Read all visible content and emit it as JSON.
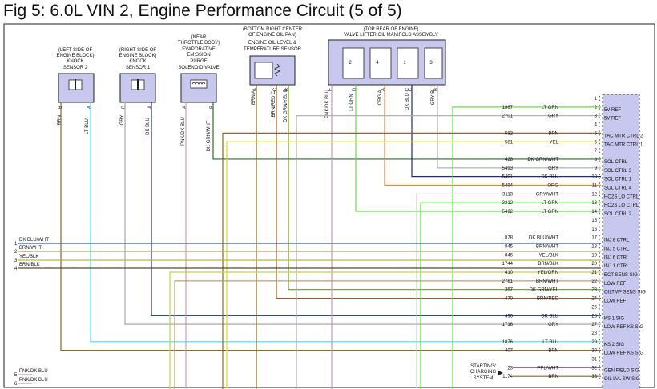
{
  "title": "Fig 5: 6.0L VIN 2, Engine Performance Circuit (5 of 5)",
  "components": {
    "knock2": {
      "lines": [
        "(LEFT SIDE OF",
        "ENGINE BLOCK)",
        "KNOCK",
        "SENSOR 2"
      ],
      "pins": [
        "B",
        "A"
      ]
    },
    "knock1": {
      "lines": [
        "(RIGHT SIDE OF",
        "ENGINE BLOCK)",
        "KNOCK",
        "SENSOR 1"
      ],
      "pins": [
        "B",
        "A"
      ]
    },
    "purge": {
      "lines": [
        "(NEAR",
        "THROTTLE BODY)",
        "EVAPORATIVE",
        "EMISSION",
        "PURGE",
        "SOLENOID VALVE"
      ],
      "pins": [
        "A",
        "B"
      ]
    },
    "oilsensor": {
      "lines": [
        "(BOTTOM RIGHT CENTER",
        "OF ENGINE OIL PAN)",
        "ENGINE OIL LEVEL &",
        "TEMPERATURE SENSOR"
      ],
      "pins": [
        "A",
        "C",
        "B"
      ]
    },
    "valve": {
      "lines": [
        "(TOP REAR OF ENGINE)",
        "VALVE LIFTER OIL MANIFOLD ASSEMBLY"
      ],
      "solenoids": [
        "2",
        "4",
        "1",
        "3"
      ],
      "pins": [
        "E",
        "D",
        "A",
        "C",
        "B"
      ]
    }
  },
  "vertical_labels": [
    "BRN",
    "LT BLU",
    "GRY",
    "DK BLU",
    "PNK/DK BLU",
    "DK GRN/WHT",
    "BRN A",
    "BRN/RED C",
    "DK GRN/YEL B",
    "PNK/DK BLU",
    "LT GRN",
    "ORG A",
    "DK BLU C",
    "GRY B"
  ],
  "left_wires": [
    {
      "label": "DK BLU/WHT",
      "num": "1"
    },
    {
      "label": "BRN/WHT",
      "num": "2"
    },
    {
      "label": "YEL/BLK",
      "num": "3"
    },
    {
      "label": "BRN/BLK",
      "num": "4"
    },
    {
      "label": "PNK/DK BLU",
      "num": "5"
    },
    {
      "label": "PNK/DK BLU",
      "num": "6"
    }
  ],
  "system_box": {
    "lines": [
      "STARTING/",
      "CHARGING",
      "SYSTEM"
    ]
  },
  "pcm_rows": [
    {
      "pin": "1",
      "circuit": "",
      "color": "",
      "func": ""
    },
    {
      "pin": "2",
      "circuit": "1867",
      "color": "LT GRN",
      "func": "5V REF"
    },
    {
      "pin": "3",
      "circuit": "2701",
      "color": "GRY",
      "func": "5V REF"
    },
    {
      "pin": "4",
      "circuit": "",
      "color": "",
      "func": ""
    },
    {
      "pin": "5",
      "circuit": "582",
      "color": "BRN",
      "func": "TAC MTR CTRL 2"
    },
    {
      "pin": "6",
      "circuit": "581",
      "color": "YEL",
      "func": "TAC MTR CTRL 1"
    },
    {
      "pin": "7",
      "circuit": "",
      "color": "",
      "func": ""
    },
    {
      "pin": "8",
      "circuit": "428",
      "color": "DK GRN/WHT",
      "func": "SOL CTRL"
    },
    {
      "pin": "9",
      "circuit": "5493",
      "color": "GRY",
      "func": "SOL CTRL 3"
    },
    {
      "pin": "10",
      "circuit": "5491",
      "color": "DK BLU",
      "func": "SOL CTRL 1"
    },
    {
      "pin": "11",
      "circuit": "5494",
      "color": "ORG",
      "func": "SOL CTRL 4"
    },
    {
      "pin": "12",
      "circuit": "3113",
      "color": "GRY/WHT",
      "func": "HO2S LO CTRL"
    },
    {
      "pin": "13",
      "circuit": "3212",
      "color": "LT GRN",
      "func": "HO2S LO CTRL"
    },
    {
      "pin": "14",
      "circuit": "5492",
      "color": "LT GRN",
      "func": "SOL CTRL 2"
    },
    {
      "pin": "15",
      "circuit": "",
      "color": "",
      "func": ""
    },
    {
      "pin": "16",
      "circuit": "",
      "color": "",
      "func": ""
    },
    {
      "pin": "17",
      "circuit": "878",
      "color": "DK BLU/WHT",
      "func": "INJ 8 CTRL"
    },
    {
      "pin": "18",
      "circuit": "845",
      "color": "BRN/WHT",
      "func": "INJ 5 CTRL"
    },
    {
      "pin": "19",
      "circuit": "846",
      "color": "YEL/BLK",
      "func": "INJ 6 CTRL"
    },
    {
      "pin": "20",
      "circuit": "1744",
      "color": "BRN/BLK",
      "func": "INJ 1 CTRL"
    },
    {
      "pin": "21",
      "circuit": "410",
      "color": "YEL/GRN",
      "func": "ECT SENS SIG"
    },
    {
      "pin": "22",
      "circuit": "2781",
      "color": "BRN/WHT",
      "func": "LOW REF"
    },
    {
      "pin": "23",
      "circuit": "357",
      "color": "DK GRN/YEL",
      "func": "OILTMP SENS SIG"
    },
    {
      "pin": "24",
      "circuit": "470",
      "color": "BRN/RED",
      "func": "LOW REF"
    },
    {
      "pin": "25",
      "circuit": "",
      "color": "",
      "func": ""
    },
    {
      "pin": "26",
      "circuit": "496",
      "color": "DK BLU",
      "func": "KS 1 SIG"
    },
    {
      "pin": "27",
      "circuit": "1716",
      "color": "GRY",
      "func": "LOW REF KS SIG"
    },
    {
      "pin": "28",
      "circuit": "",
      "color": "",
      "func": ""
    },
    {
      "pin": "29",
      "circuit": "1876",
      "color": "LT BLU",
      "func": "KS 2 SIG"
    },
    {
      "pin": "30",
      "circuit": "407",
      "color": "BRN",
      "func": "LOW REF KS SIG"
    },
    {
      "pin": "31",
      "circuit": "",
      "color": "",
      "func": ""
    },
    {
      "pin": "32",
      "circuit": "23",
      "color": "PPL/WHT",
      "func": "GEN FIELD SIG"
    },
    {
      "pin": "33",
      "circuit": "1174",
      "color": "BRN",
      "func": "OIL LVL SW SIG"
    }
  ],
  "wire_colors": {
    "BRN": "#8a6a1c",
    "LTBLU": "#44ddee",
    "GRY": "#aaaaaa",
    "DKBLU": "#1a2c8a",
    "PNKDKBLU": "#c89cb4",
    "DKGRNWHT": "#2c6a2c",
    "BRNRED": "#9a5a2a",
    "DKGRNYEL": "#6a9a2a",
    "LTGRN": "#66dd44",
    "ORG": "#ee8a22",
    "YEL": "#dddd22",
    "GRYWHT": "#cccccc",
    "YELBLK": "#bbbb33",
    "YELGRN": "#bbdd33",
    "BRNWHT": "#b8a070",
    "BRNBLK": "#5a4a2a",
    "DKBLUWHT": "#3a5aa0",
    "PPLWHT": "#9966bb"
  },
  "pcm_color": "#c8c8ef"
}
